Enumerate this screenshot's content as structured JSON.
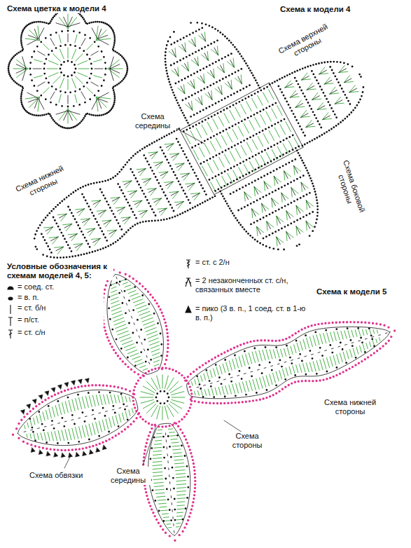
{
  "diagram": {
    "labels": [
      "Схема цветка к модели 4",
      "Схема к модели 4",
      "Схема верхней стороны",
      "Схема середины",
      "Схема боковой стороны",
      "Схема нижней стороны",
      "Условные обозначения к схемам моделей 4, 5:",
      "Схема к модели 5",
      "Схема нижней стороны",
      "Схема стороны",
      "Схема середины",
      "Схема обвязки"
    ],
    "legend": [
      {
        "text": "= соед. ст."
      },
      {
        "text": "= в. п."
      },
      {
        "text": "= ст. б/н"
      },
      {
        "text": "= п/ст."
      },
      {
        "text": "= ст. с/н"
      },
      {
        "text": "= ст. с 2/н"
      },
      {
        "text": "= 2 незаконченных ст. с/н, связанных вместе"
      },
      {
        "text": "= пико (3 в. п., 1 соед. ст. в 1-ю в. п.)"
      }
    ]
  }
}
